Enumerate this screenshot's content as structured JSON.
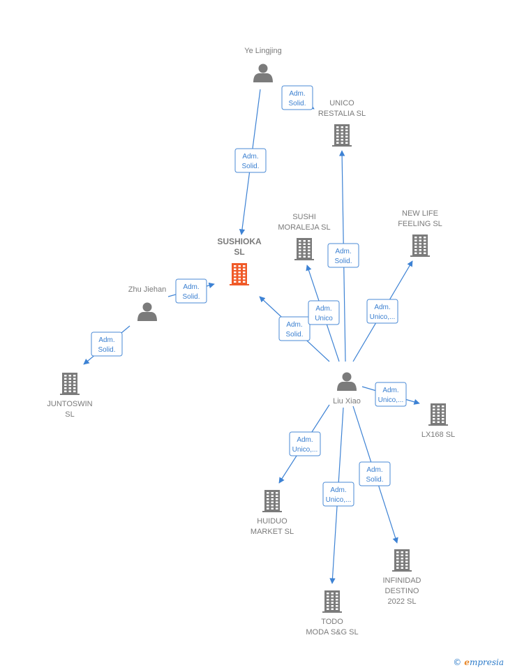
{
  "nodes": [
    {
      "id": "ye",
      "type": "person",
      "label": [
        "Ye Lingjing"
      ]
    },
    {
      "id": "unico",
      "type": "company",
      "label": [
        "UNICO",
        "RESTALIA  SL"
      ]
    },
    {
      "id": "sushi",
      "type": "company",
      "label": [
        "SUSHI",
        "MORALEJA  SL"
      ]
    },
    {
      "id": "newlife",
      "type": "company",
      "label": [
        "NEW LIFE",
        "FEELING  SL"
      ]
    },
    {
      "id": "sushioka",
      "type": "company",
      "main": true,
      "label": [
        "SUSHIOKA",
        "SL"
      ]
    },
    {
      "id": "zhu",
      "type": "person",
      "label": [
        "Zhu Jiehan"
      ]
    },
    {
      "id": "juntoswin",
      "type": "company",
      "label": [
        "JUNTOSWIN",
        "SL"
      ]
    },
    {
      "id": "liu",
      "type": "person",
      "label": [
        "Liu Xiao"
      ]
    },
    {
      "id": "lx168",
      "type": "company",
      "label": [
        "LX168  SL"
      ]
    },
    {
      "id": "huiduo",
      "type": "company",
      "label": [
        "HUIDUO",
        "MARKET  SL"
      ]
    },
    {
      "id": "infinidad",
      "type": "company",
      "label": [
        "INFINIDAD",
        "DESTINO",
        "2022  SL"
      ]
    },
    {
      "id": "todo",
      "type": "company",
      "label": [
        "TODO",
        "MODA S&G  SL"
      ]
    }
  ],
  "edges": [
    {
      "from": "ye",
      "to": "unico",
      "label": [
        "Adm.",
        "Solid."
      ]
    },
    {
      "from": "ye",
      "to": "sushioka",
      "label": [
        "Adm.",
        "Solid."
      ]
    },
    {
      "from": "zhu",
      "to": "sushioka",
      "label": [
        "Adm.",
        "Solid."
      ]
    },
    {
      "from": "zhu",
      "to": "juntoswin",
      "label": [
        "Adm.",
        "Solid."
      ]
    },
    {
      "from": "liu",
      "to": "sushioka",
      "label": [
        "Adm.",
        "Solid."
      ]
    },
    {
      "from": "liu",
      "to": "sushi",
      "label": [
        "Adm.",
        "Unico"
      ]
    },
    {
      "from": "liu",
      "to": "unico",
      "label": [
        "Adm.",
        "Solid."
      ]
    },
    {
      "from": "liu",
      "to": "newlife",
      "label": [
        "Adm.",
        "Unico,..."
      ]
    },
    {
      "from": "liu",
      "to": "lx168",
      "label": [
        "Adm.",
        "Unico,..."
      ]
    },
    {
      "from": "liu",
      "to": "huiduo",
      "label": [
        "Adm.",
        "Unico,..."
      ]
    },
    {
      "from": "liu",
      "to": "todo",
      "label": [
        "Adm.",
        "Unico,..."
      ]
    },
    {
      "from": "liu",
      "to": "infinidad",
      "label": [
        "Adm.",
        "Solid."
      ]
    }
  ],
  "colors": {
    "edge": "#3d82d4",
    "node": "#7b7b7b",
    "main_node": "#f05a28",
    "label": "#7a7a7a"
  },
  "brand": {
    "copyright": "©",
    "initial": "e",
    "rest": "mpresia"
  }
}
